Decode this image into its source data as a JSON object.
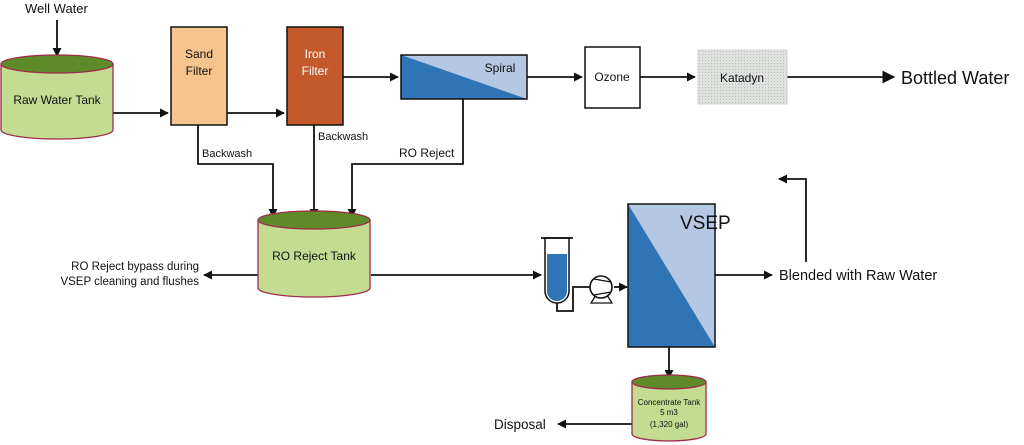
{
  "colors": {
    "tank_top": "#5e8a2a",
    "tank_body": "#c3dc92",
    "tank_edge": "#a02a4a",
    "sand_filter": "#f7c48e",
    "iron_filter": "#c45a2c",
    "membrane_dark": "#2f75b5",
    "membrane_light": "#b4c8e4",
    "katadyn": "#d8dcd8",
    "line": "#111111"
  },
  "labels": {
    "well_water": "Well Water",
    "raw_water_tank": "Raw Water Tank",
    "sand_filter_line1": "Sand",
    "sand_filter_line2": "Filter",
    "iron_filter_line1": "Iron",
    "iron_filter_line2": "Filter",
    "spiral": "Spiral",
    "ozone": "Ozone",
    "katadyn": "Katadyn",
    "bottled_water": "Bottled Water",
    "backwash_sand": "Backwash",
    "backwash_iron": "Backwash",
    "ro_reject": "RO Reject",
    "ro_reject_tank": "RO Reject Tank",
    "bypass_line1": "RO Reject bypass during",
    "bypass_line2": "VSEP cleaning and flushes",
    "vsep": "VSEP",
    "blended": "Blended with Raw Water",
    "concentrate_line1": "Concentrate Tank",
    "concentrate_line2": "5 m3",
    "concentrate_line3": "(1,320 gal)",
    "disposal": "Disposal"
  }
}
